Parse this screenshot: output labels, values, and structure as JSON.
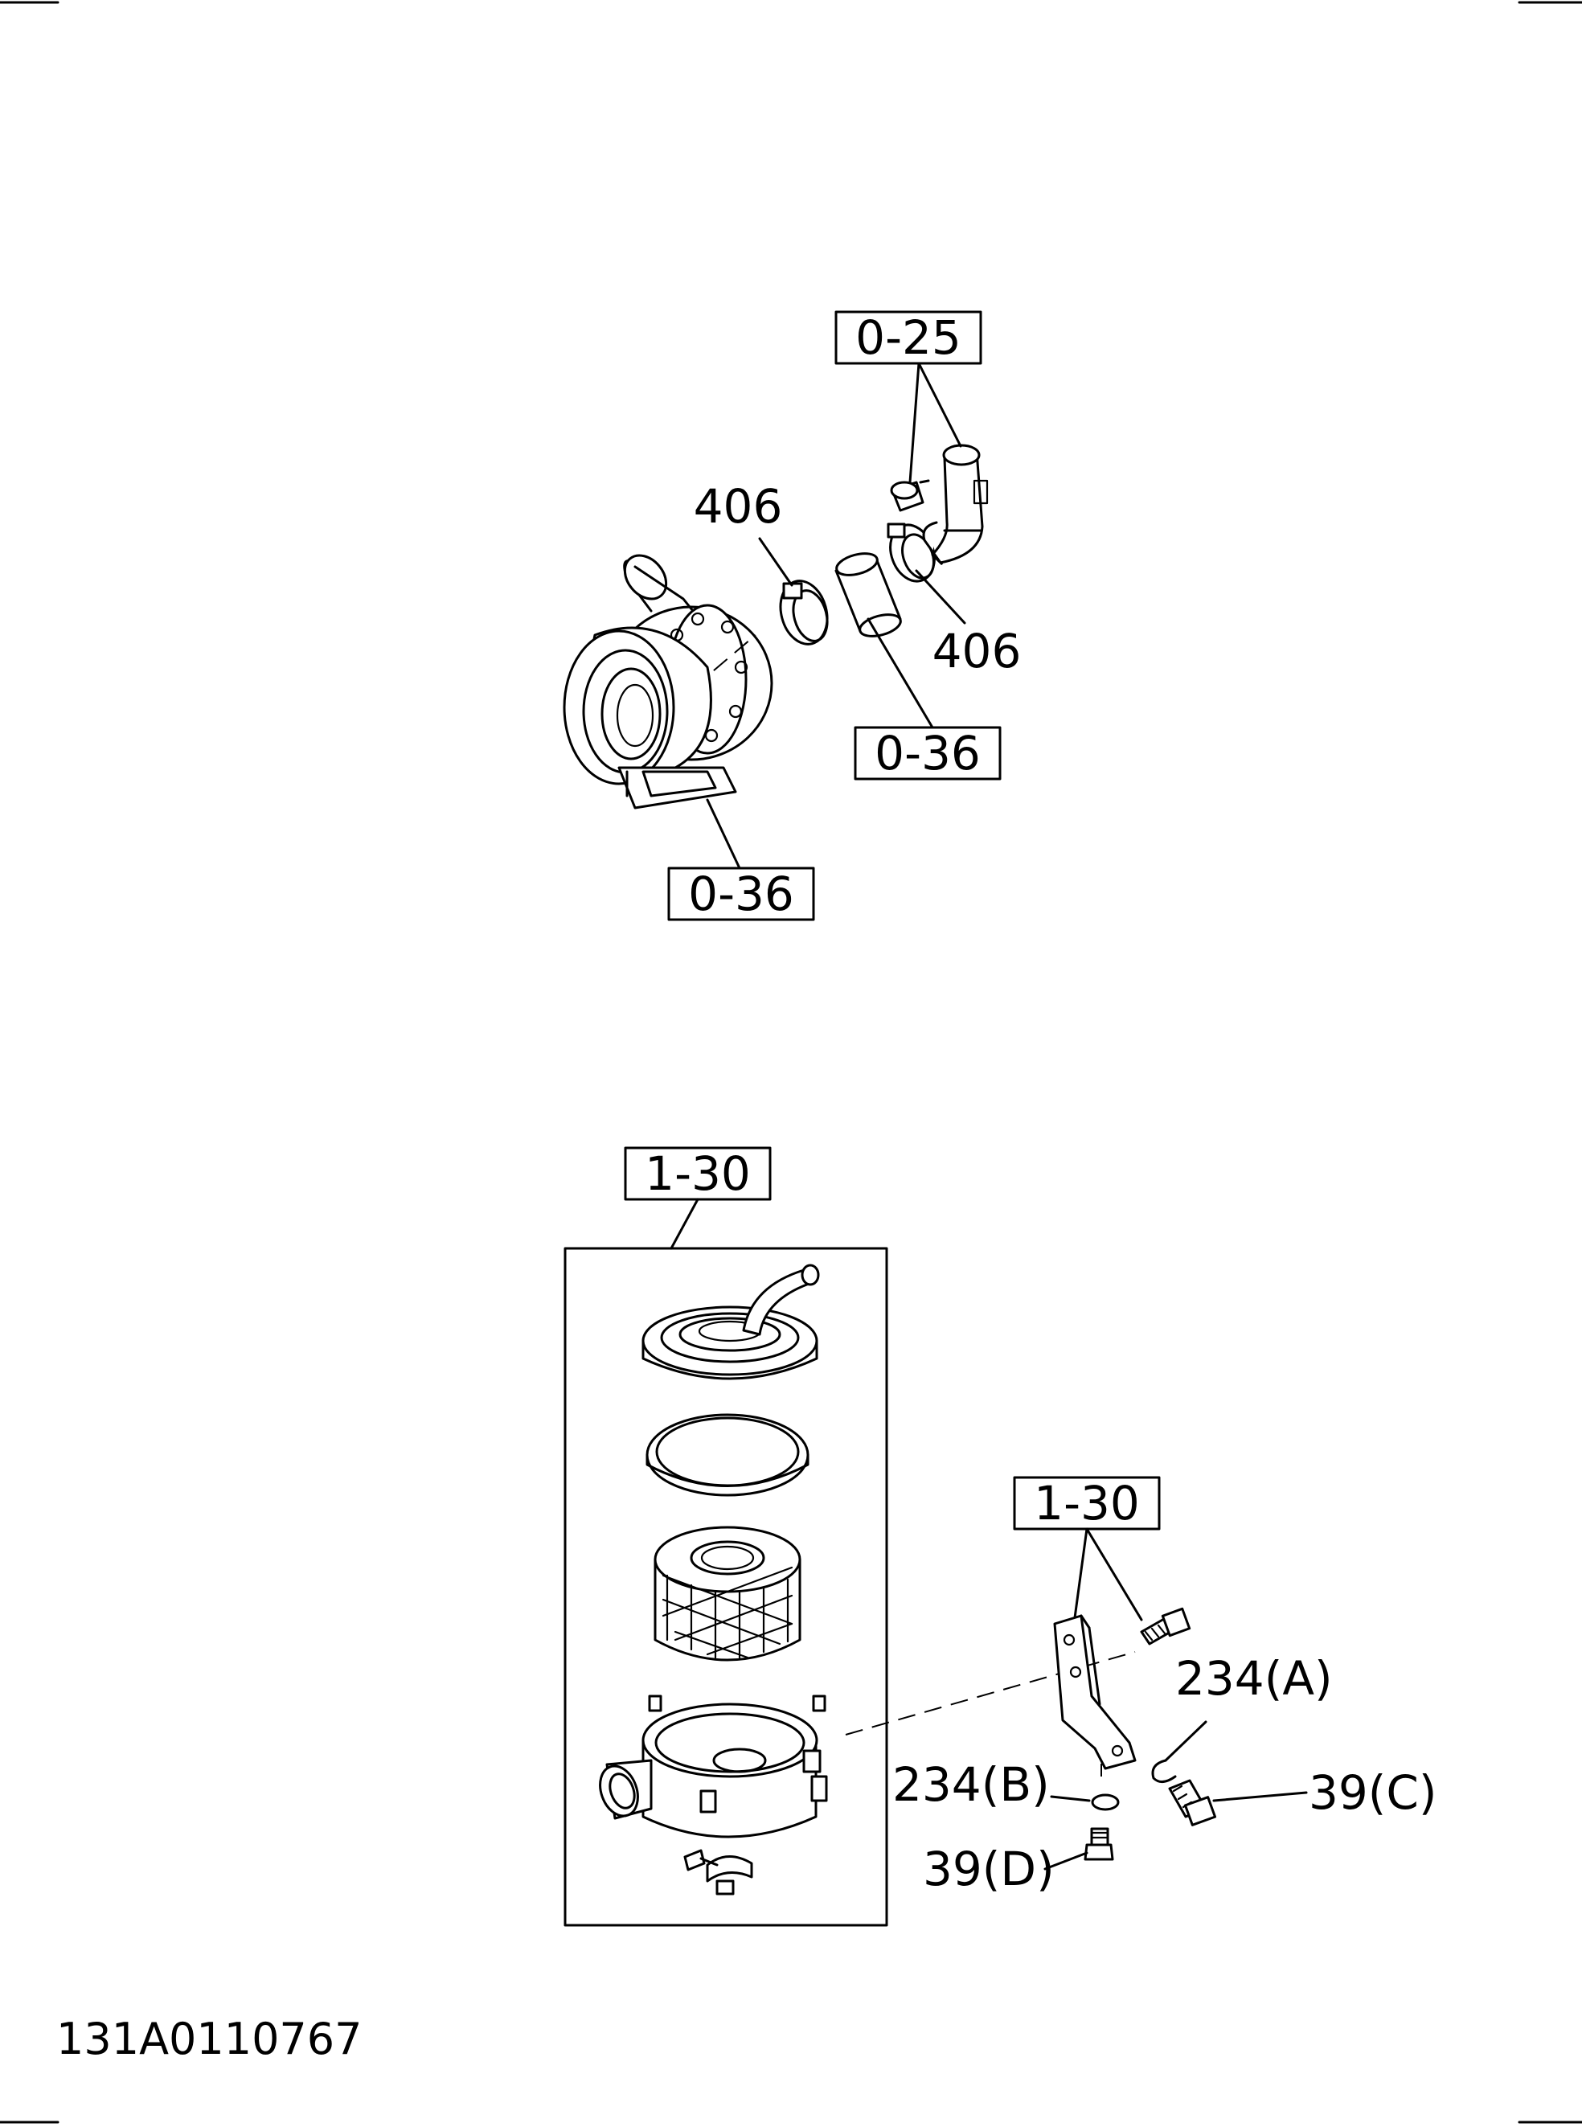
{
  "diagram": {
    "refs": {
      "top_ref": "0-25",
      "pipe_ref": "0-36",
      "turbo_ref": "0-36",
      "cleaner_ref": "1-30",
      "bracket_ref": "1-30"
    },
    "parts": {
      "clamp_left": "406",
      "clamp_right": "406",
      "washer_a": "234(A)",
      "washer_b": "234(B)",
      "bolt_c": "39(C)",
      "bolt_d": "39(D)"
    },
    "drawing_code": "131A0110767"
  }
}
